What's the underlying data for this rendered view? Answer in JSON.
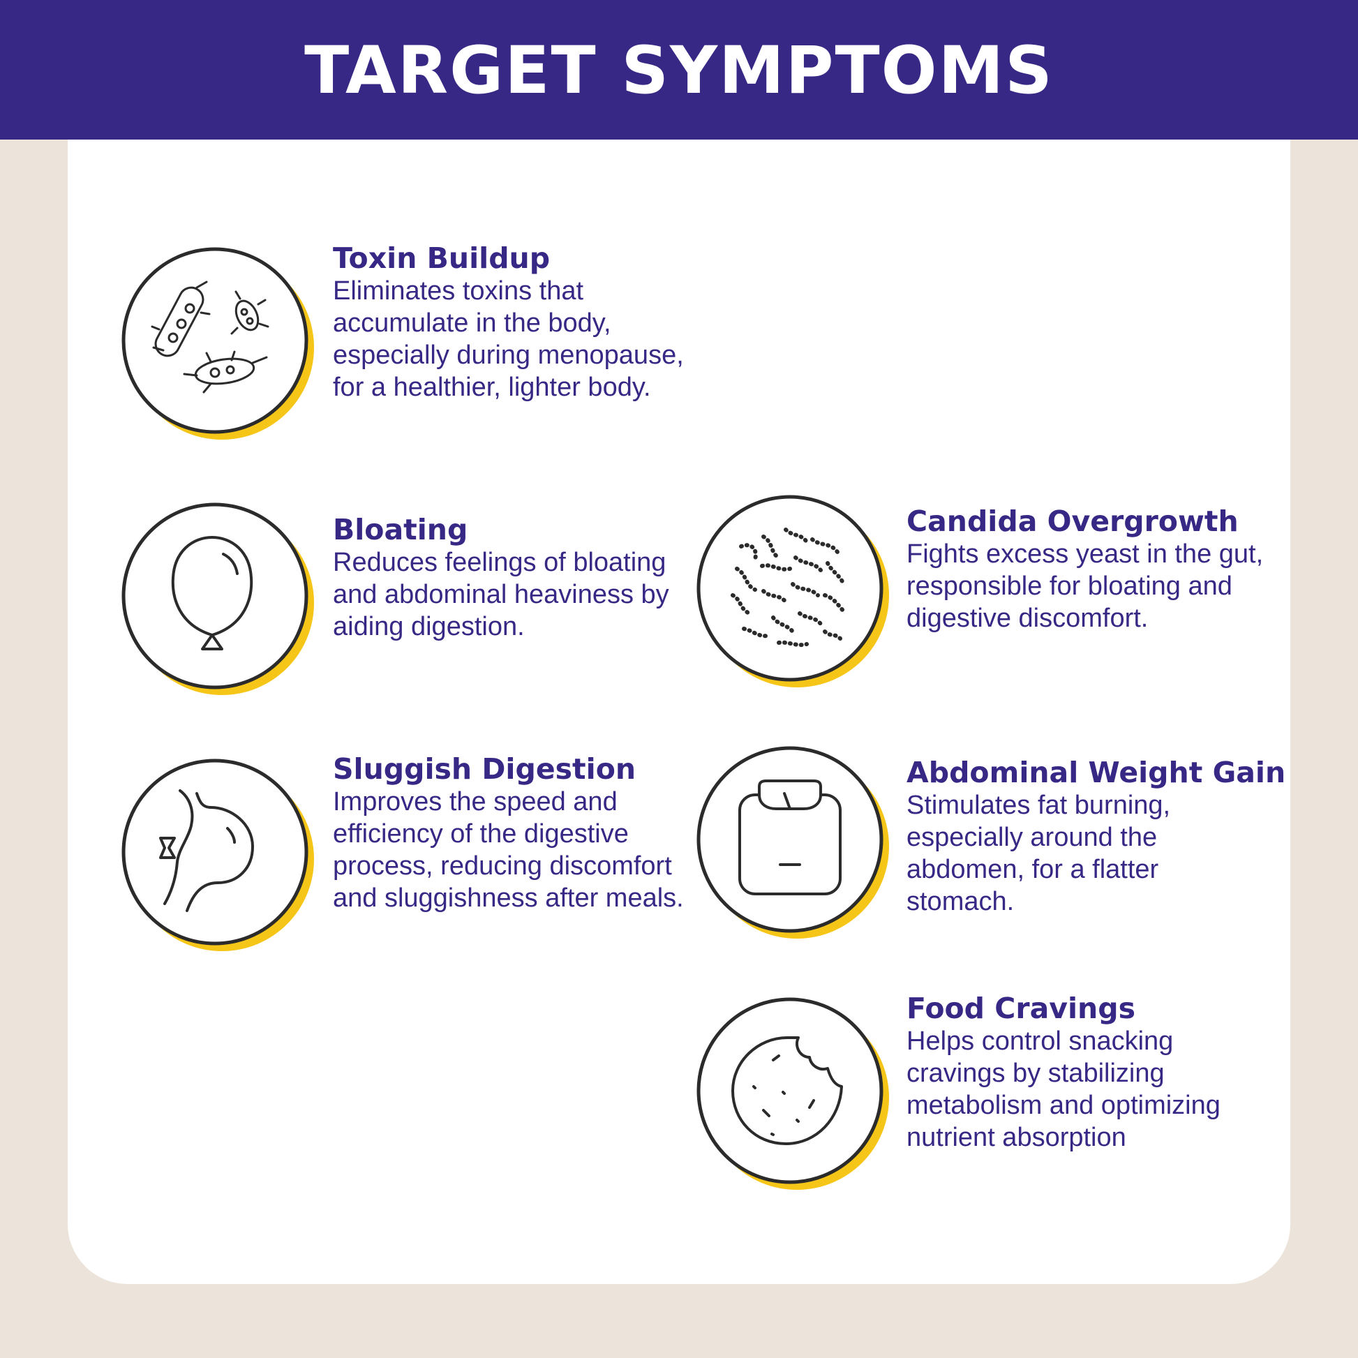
{
  "header": {
    "title": "TARGET SYMPTOMS"
  },
  "colors": {
    "header_bg": "#382886",
    "accent": "#f5c518",
    "text": "#382886",
    "page_bg": "#ece4da"
  },
  "items": [
    {
      "title": "Toxin Buildup",
      "description": "Eliminates toxins that accumulate in the body, especially during menopause, for a healthier, lighter body.",
      "icon": "bacteria-icon"
    },
    {
      "title": "Bloating",
      "description": "Reduces feelings of bloating and abdominal heaviness by aiding digestion.",
      "icon": "balloon-icon"
    },
    {
      "title": "Sluggish Digestion",
      "description": "Improves the speed and efficiency of the digestive process, reducing discomfort and sluggishness after meals.",
      "icon": "stomach-icon"
    },
    {
      "title": "Candida Overgrowth",
      "description": "Fights excess yeast in the gut, responsible for bloating and digestive discomfort.",
      "icon": "yeast-icon"
    },
    {
      "title": "Abdominal Weight Gain",
      "description": "Stimulates fat burning, especially around the abdomen, for a flatter stomach.",
      "icon": "scale-icon"
    },
    {
      "title": "Food Cravings",
      "description": "Helps control snacking cravings by stabilizing metabolism and optimizing nutrient absorption",
      "icon": "cookie-icon"
    }
  ]
}
